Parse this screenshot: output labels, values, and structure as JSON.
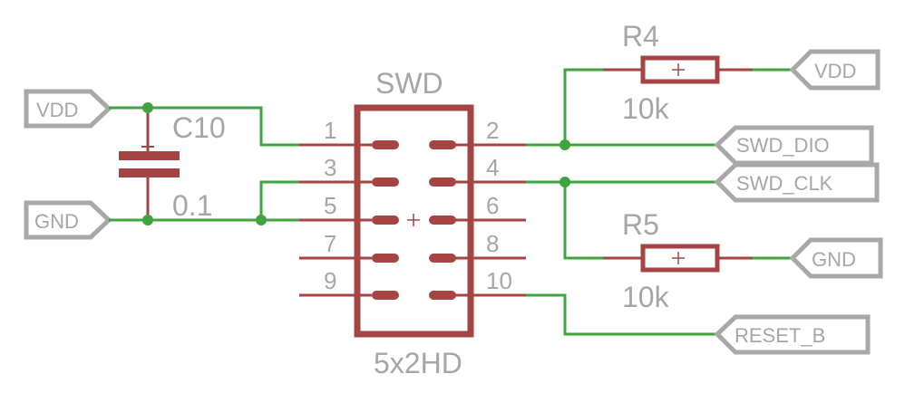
{
  "schematic": {
    "colors": {
      "wire": "#3fa33f",
      "part": "#a64444",
      "text": "#a6a6a6",
      "label_outline": "#a8a8a8"
    },
    "capacitor": {
      "name": "C10",
      "value": "0.1"
    },
    "connector": {
      "name": "SWD",
      "value": "5x2HD",
      "pins_left": [
        "1",
        "3",
        "5",
        "7",
        "9"
      ],
      "pins_right": [
        "2",
        "4",
        "6",
        "8",
        "10"
      ]
    },
    "resistors": [
      {
        "name": "R4",
        "value": "10k"
      },
      {
        "name": "R5",
        "value": "10k"
      }
    ],
    "net_labels": {
      "vdd_left": "VDD",
      "gnd_left": "GND",
      "vdd_right": "VDD",
      "swd_dio": "SWD_DIO",
      "swd_clk": "SWD_CLK",
      "gnd_right": "GND",
      "reset_b": "RESET_B"
    }
  }
}
